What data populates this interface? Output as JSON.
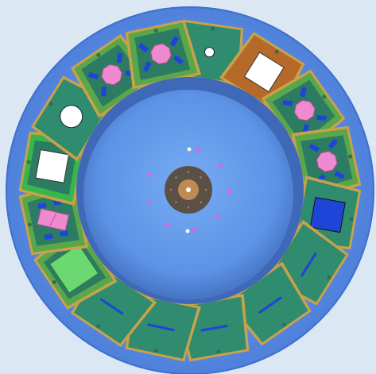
{
  "colors": {
    "background": "#dbe8f4",
    "ring": "#5b8fe8",
    "ring_edge": "#3d6fcf",
    "bowl_outer": "#3f68b8",
    "bowl_inner": "#6aa1ee",
    "hub_outer": "#5b5046",
    "hub_inner": "#c08a55",
    "bolt": "#ffffff",
    "marker": "#f35ad2",
    "gold": "#c8a24b",
    "frame": "#5aa64a",
    "plate": "#2f8c6e",
    "plate_dark": "#2c7b63",
    "white": "#ffffff",
    "pink": "#f08ad0",
    "blue": "#1f44d8",
    "slot_orange": "#b56a2a",
    "slot_light": "#6bd872"
  },
  "slots": [
    {
      "name": "slot-1-circle-hole",
      "kind": "small-circle",
      "style": "teal"
    },
    {
      "name": "slot-2-white-square",
      "kind": "white-square",
      "style": "orange"
    },
    {
      "name": "slot-3-pink-octagon",
      "kind": "octagon",
      "style": "frame"
    },
    {
      "name": "slot-4-pink-octagon",
      "kind": "octagon",
      "style": "frame"
    },
    {
      "name": "slot-5-blue-square",
      "kind": "blue-square",
      "style": "teal"
    },
    {
      "name": "slot-6-blue-line",
      "kind": "line",
      "style": "teal"
    },
    {
      "name": "slot-7-blue-line",
      "kind": "line",
      "style": "teal"
    },
    {
      "name": "slot-8-blue-line",
      "kind": "line",
      "style": "teal"
    },
    {
      "name": "slot-9-blue-line",
      "kind": "line",
      "style": "teal"
    },
    {
      "name": "slot-10-blue-line",
      "kind": "line",
      "style": "teal"
    },
    {
      "name": "slot-11-light-green-square",
      "kind": "light-square",
      "style": "frame"
    },
    {
      "name": "slot-12-pink-rectangles",
      "kind": "pink-rects",
      "style": "frame"
    },
    {
      "name": "slot-13-white-square",
      "kind": "white-square",
      "style": "bright"
    },
    {
      "name": "slot-14-large-circle",
      "kind": "big-circle",
      "style": "teal"
    },
    {
      "name": "slot-15-pink-octagon",
      "kind": "octagon",
      "style": "frame"
    },
    {
      "name": "slot-16-pink-octagon",
      "kind": "octagon",
      "style": "frame"
    }
  ],
  "markers": [
    {
      "name": "white-dot-top",
      "color": "white"
    },
    {
      "name": "pink-dot-top",
      "color": "marker"
    },
    {
      "name": "pink-dot-upper-right",
      "color": "marker"
    },
    {
      "name": "pink-dot-right",
      "color": "marker"
    },
    {
      "name": "pink-dot-lower-right",
      "color": "marker"
    },
    {
      "name": "white-dot-bottom",
      "color": "white"
    },
    {
      "name": "pink-dot-bottom",
      "color": "marker"
    },
    {
      "name": "pink-dot-lower-left",
      "color": "marker"
    },
    {
      "name": "pink-dot-left",
      "color": "marker"
    },
    {
      "name": "pink-dot-upper-left",
      "color": "marker"
    }
  ]
}
